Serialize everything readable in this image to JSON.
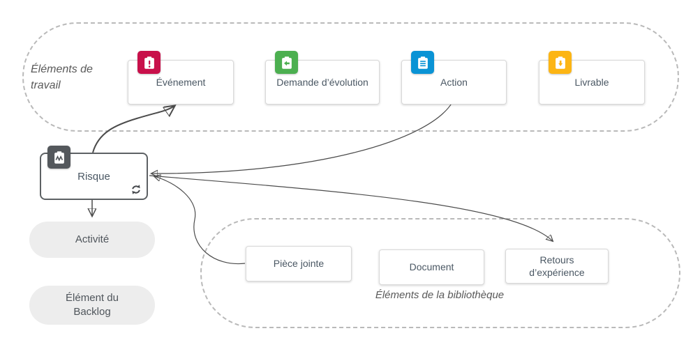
{
  "work_items": {
    "group_label": "Éléments de travail",
    "cards": [
      {
        "label": "Événement",
        "icon": "clipboard-exclamation-icon",
        "color": "#c8104a"
      },
      {
        "label": "Demande d’évolution",
        "icon": "clipboard-arrow-left-icon",
        "color": "#4caf50"
      },
      {
        "label": "Action",
        "icon": "clipboard-list-icon",
        "color": "#0a93d5"
      },
      {
        "label": "Livrable",
        "icon": "clipboard-arrow-down-icon",
        "color": "#fcb514"
      }
    ]
  },
  "risk": {
    "label": "Risque",
    "icon": "clipboard-zigzag-icon",
    "badge_icon": "sync-icon",
    "color": "#54585c"
  },
  "pills": [
    {
      "label": "Activité"
    },
    {
      "label": "Élément du Backlog"
    }
  ],
  "library": {
    "group_label": "Éléments de la bibliothèque",
    "cards": [
      {
        "label": "Pièce jointe"
      },
      {
        "label": "Document"
      },
      {
        "label": "Retours d’expérience"
      }
    ]
  },
  "connections": [
    {
      "from": "Risque",
      "to": "Événement"
    },
    {
      "from": "Action",
      "to": "Risque"
    },
    {
      "from": "Pièce jointe",
      "to": "Risque"
    },
    {
      "from": "Risque",
      "to": "Retours d’expérience"
    },
    {
      "from": "Risque",
      "to": "Activité"
    }
  ],
  "colors": {
    "connector": "#4b4b4b",
    "group_border": "#b9b9b9",
    "pill_background": "#ededed",
    "card_text": "#4a5763"
  }
}
